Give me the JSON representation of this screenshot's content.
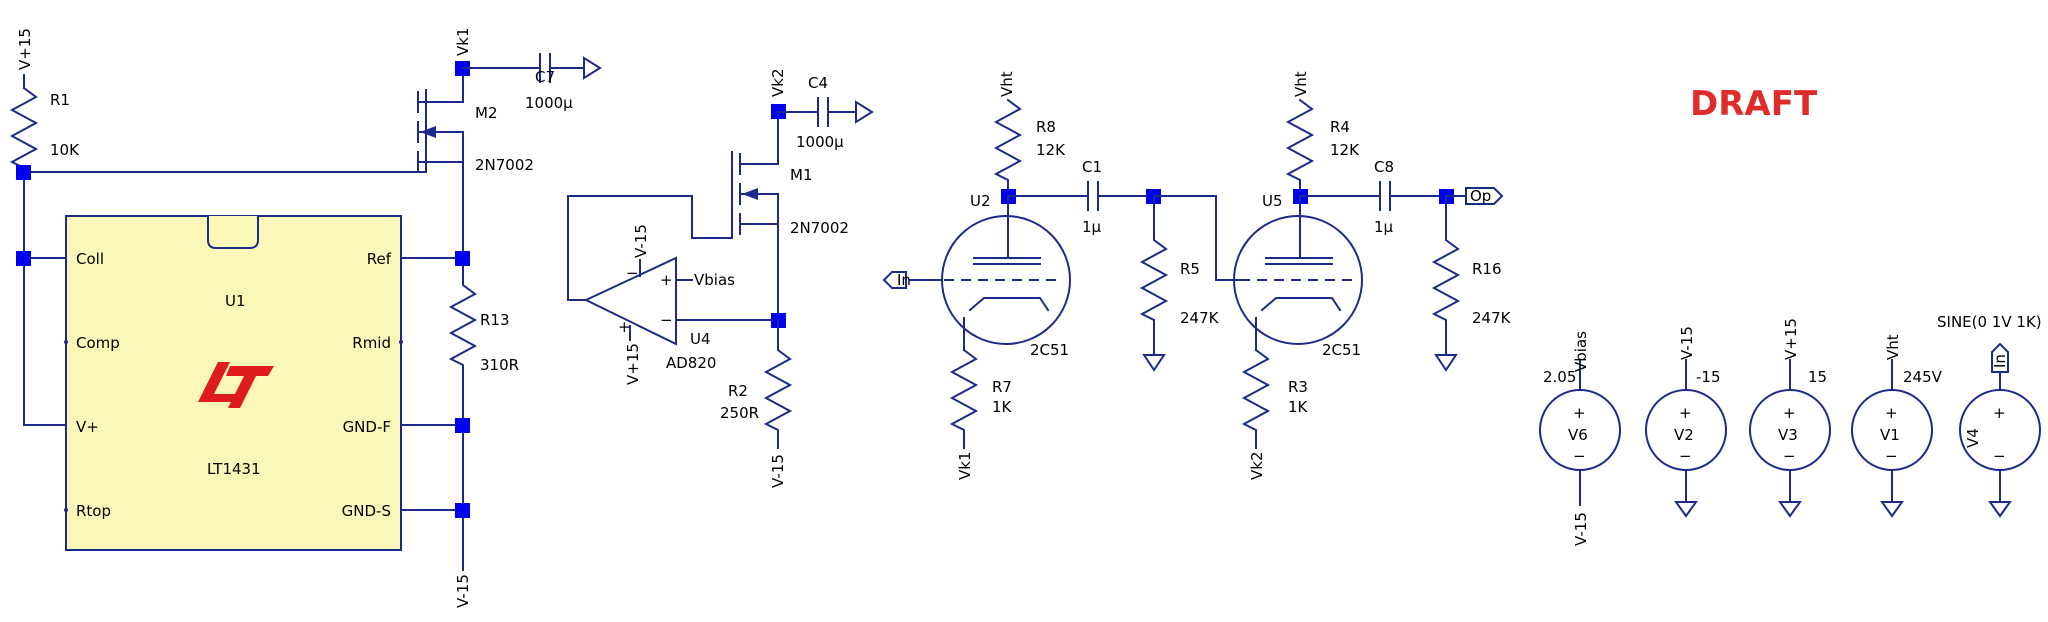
{
  "draft": "DRAFT",
  "u1": {
    "ref": "U1",
    "part": "LT1431",
    "pins": {
      "coll": "Coll",
      "comp": "Comp",
      "vplus": "V+",
      "rtop": "Rtop",
      "ref": "Ref",
      "rmid": "Rmid",
      "gndf": "GND-F",
      "gnds": "GND-S"
    }
  },
  "components": {
    "r1": {
      "ref": "R1",
      "val": "10K"
    },
    "r13": {
      "ref": "R13",
      "val": "310R"
    },
    "r2": {
      "ref": "R2",
      "val": "250R"
    },
    "r8": {
      "ref": "R8",
      "val": "12K"
    },
    "r7": {
      "ref": "R7",
      "val": "1K"
    },
    "r5": {
      "ref": "R5",
      "val": "247K"
    },
    "r4": {
      "ref": "R4",
      "val": "12K"
    },
    "r3": {
      "ref": "R3",
      "val": "1K"
    },
    "r16": {
      "ref": "R16",
      "val": "247K"
    },
    "c7": {
      "ref": "C7",
      "val": "1000µ"
    },
    "c4": {
      "ref": "C4",
      "val": "1000µ"
    },
    "c1": {
      "ref": "C1",
      "val": "1µ"
    },
    "c8": {
      "ref": "C8",
      "val": "1µ"
    },
    "m2": {
      "ref": "M2",
      "val": "2N7002"
    },
    "m1": {
      "ref": "M1",
      "val": "2N7002"
    },
    "u4": {
      "ref": "U4",
      "val": "AD820"
    },
    "u2": {
      "ref": "U2",
      "val": "2C51"
    },
    "u5": {
      "ref": "U5",
      "val": "2C51"
    }
  },
  "nets": {
    "vplus15": "V+15",
    "vminus15": "V-15",
    "vk1": "Vk1",
    "vk2": "Vk2",
    "vht": "Vht",
    "vbias": "Vbias",
    "in": "In",
    "op": "Op"
  },
  "opamp": {
    "minus": "−",
    "plus": "+"
  },
  "sources": [
    {
      "ref": "V6",
      "val": "2.05",
      "net": "Vbias"
    },
    {
      "ref": "V2",
      "val": "-15",
      "net": "V-15"
    },
    {
      "ref": "V3",
      "val": "15",
      "net": "V+15"
    },
    {
      "ref": "V1",
      "val": "245V",
      "net": "Vht"
    },
    {
      "ref": "V4",
      "val": "SINE(0 1V 1K)",
      "net": "In"
    }
  ],
  "source_signs": {
    "plus": "+",
    "minus": "−"
  }
}
